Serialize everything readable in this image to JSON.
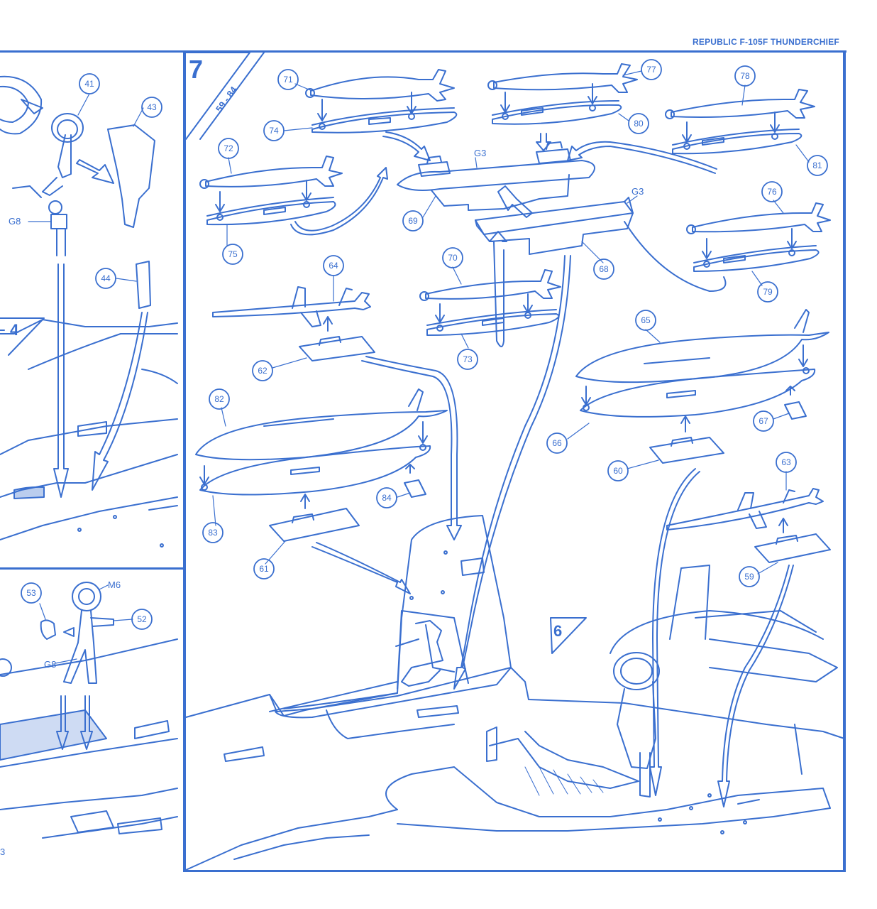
{
  "header": {
    "title": "REPUBLIC F-105F THUNDERCHIEF"
  },
  "colors": {
    "ink": "#3a6fcf",
    "paper": "#ffffff"
  },
  "steps": {
    "main": {
      "number": "7",
      "range": "59 - 84"
    },
    "sub_six": "6",
    "sub_four": "4",
    "page_number": "3"
  },
  "sprue_refs": {
    "g3_left": "G3",
    "g3_right": "G3",
    "g8_top": "G8",
    "g8_bottom": "G8",
    "m6": "M6"
  },
  "callouts": {
    "n41": "41",
    "n43": "43",
    "n44": "44",
    "n52": "52",
    "n53": "53",
    "n59": "59",
    "n60": "60",
    "n61": "61",
    "n62": "62",
    "n63": "63",
    "n64": "64",
    "n65": "65",
    "n66": "66",
    "n67": "67",
    "n68": "68",
    "n69": "69",
    "n70": "70",
    "n71": "71",
    "n72": "72",
    "n73": "73",
    "n74": "74",
    "n75": "75",
    "n76": "76",
    "n77": "77",
    "n78": "78",
    "n79": "79",
    "n80": "80",
    "n81": "81",
    "n82": "82",
    "n83": "83",
    "n84": "84"
  }
}
